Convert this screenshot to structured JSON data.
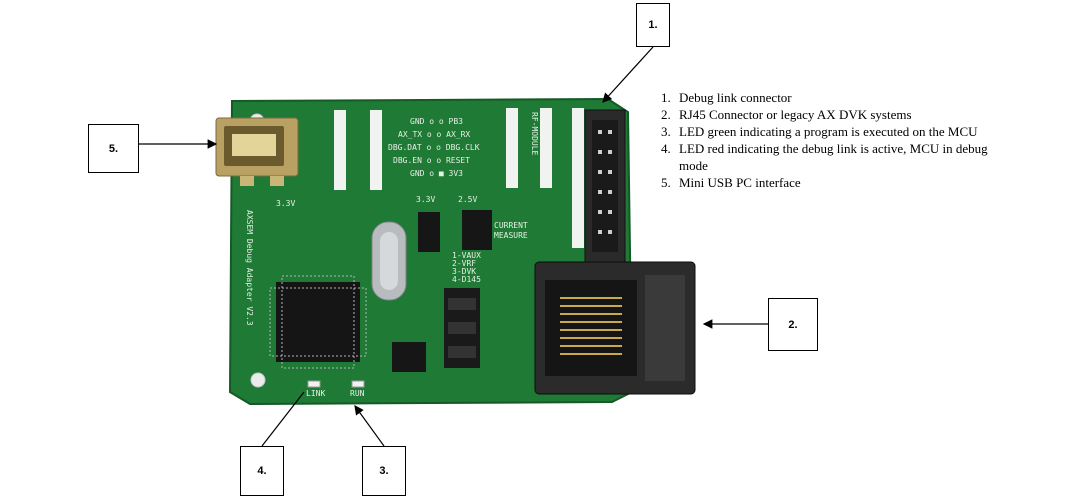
{
  "callouts": {
    "c1": "1.",
    "c2": "2.",
    "c3": "3.",
    "c4": "4.",
    "c5": "5."
  },
  "legend": [
    {
      "num": "1.",
      "text": "Debug link connector"
    },
    {
      "num": "2.",
      "text": "RJ45 Connector or legacy AX DVK systems"
    },
    {
      "num": "3.",
      "text": "LED green indicating a program is executed on the MCU"
    },
    {
      "num": "4.",
      "text": "LED red indicating the debug link is active, MCU in debug mode"
    },
    {
      "num": "5.",
      "text": "Mini USB PC interface"
    }
  ],
  "board": {
    "side_label": "AXSEM Debug Adapter V2.3",
    "pins": [
      "GND o o PB3",
      "AX_TX o o AX_RX",
      "DBG.DAT o o DBG.CLK",
      "DBG.EN o o RESET",
      "GND o ■ 3V3"
    ],
    "v33_left": "3.3V",
    "v33": "3.3V",
    "v25": "2.5V",
    "current1": "CURRENT",
    "current2": "MEASURE",
    "jumper": [
      "1-VAUX",
      "2-VRF",
      "3-DVK",
      "4-D145"
    ],
    "rf_module": "RF-MODULE",
    "led_link": "LINK",
    "led_run": "RUN"
  },
  "colors": {
    "pcb": "#1f7a35",
    "pcb_dark": "#145a26",
    "silk": "#e8efe6"
  }
}
